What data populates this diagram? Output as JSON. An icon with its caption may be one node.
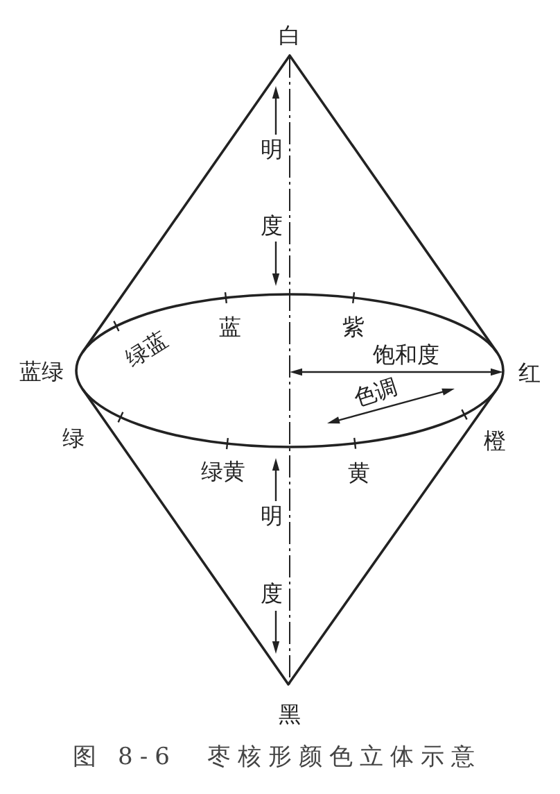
{
  "diagram": {
    "caption": "图 8-6　枣核形颜色立体示意",
    "labels": [
      "白",
      "明度",
      "蓝",
      "紫",
      "绿蓝",
      "饱和度",
      "蓝绿",
      "红",
      "色调",
      "绿",
      "橙",
      "绿黄",
      "黄",
      "明度",
      "黑"
    ]
  }
}
